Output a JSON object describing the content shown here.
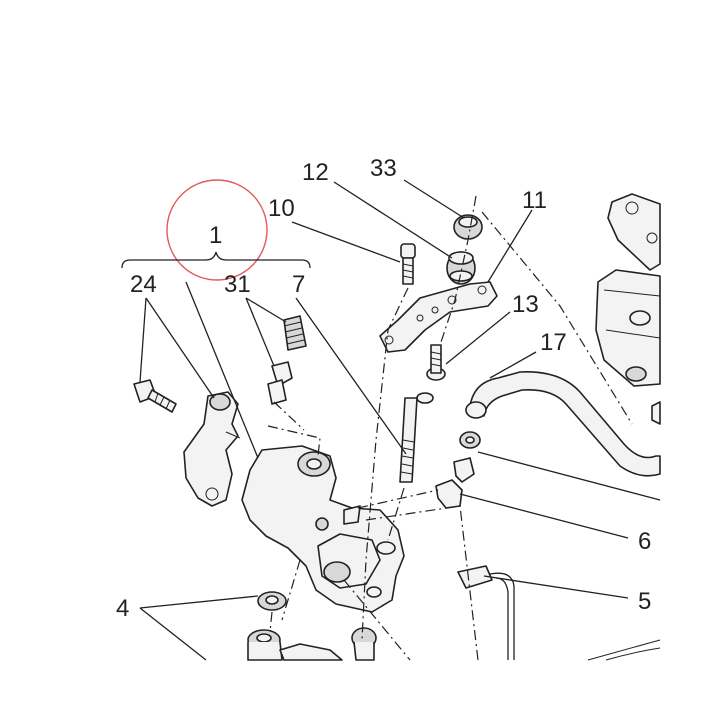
{
  "diagram": {
    "labels": {
      "l1": "1",
      "l24": "24",
      "l31": "31",
      "l7": "7",
      "l10": "10",
      "l12": "12",
      "l33": "33",
      "l11": "11",
      "l13": "13",
      "l17": "17",
      "l6": "6",
      "l5": "5",
      "l4": "4"
    },
    "colors": {
      "line": "#222222",
      "highlight_circle": "#e05a5a",
      "background": "#ffffff"
    }
  }
}
